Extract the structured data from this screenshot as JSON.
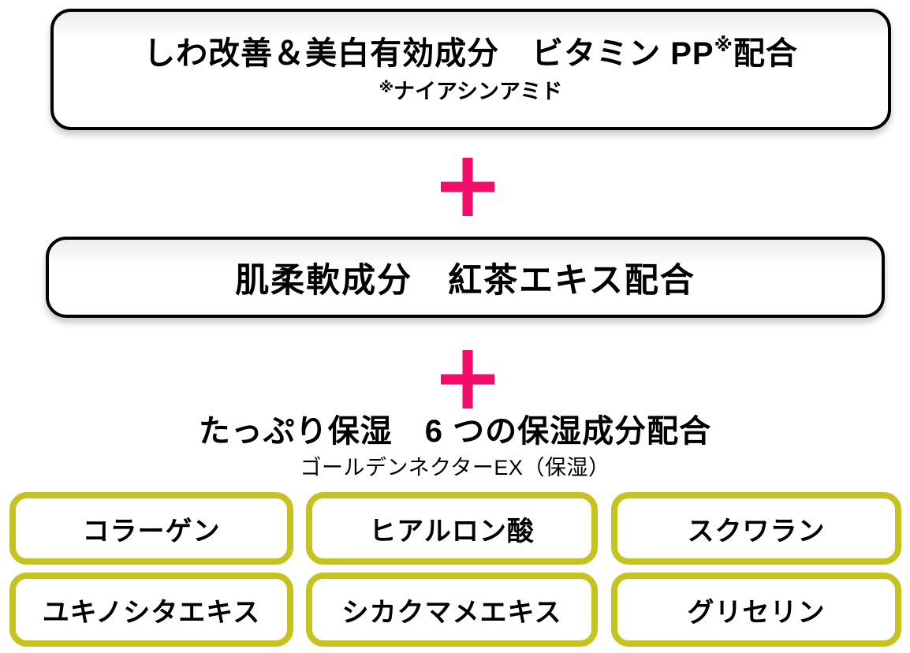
{
  "colors": {
    "accent_pink": "#F20D6B",
    "accent_yellow": "#C5C31F",
    "border_black": "#000000"
  },
  "top_box": {
    "line1_prefix": "しわ改善＆美白有効成分　ビタミン PP",
    "line1_sup": "※",
    "line1_suffix": "配合",
    "note_sup": "※",
    "note_text": "ナイアシンアミド"
  },
  "middle_box": {
    "label": "肌柔軟成分　紅茶エキス配合"
  },
  "moisture_section": {
    "title": "たっぷり保湿　6 つの保湿成分配合",
    "subtitle": "ゴールデンネクターEX（保湿）",
    "ingredients": [
      {
        "label": "コラーゲン"
      },
      {
        "label": "ヒアルロン酸"
      },
      {
        "label": "スクワラン"
      },
      {
        "label": "ユキノシタエキス"
      },
      {
        "label": "シカクマメエキス"
      },
      {
        "label": "グリセリン"
      }
    ]
  }
}
